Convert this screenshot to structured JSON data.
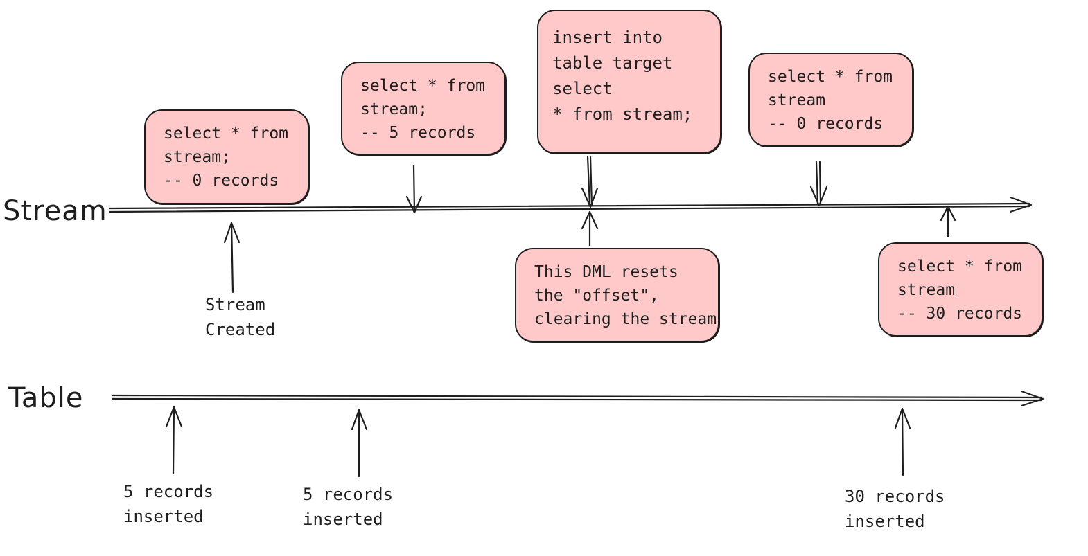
{
  "lanes": {
    "stream_label": "Stream",
    "table_label": "Table"
  },
  "stream_boxes": {
    "first_select": [
      "select * from",
      "stream;",
      "-- 0 records"
    ],
    "second_select": [
      "select * from",
      "stream;",
      "-- 5 records"
    ],
    "insert_dml": [
      "insert into",
      "table target",
      "select",
      "* from stream;"
    ],
    "third_select": [
      "select * from",
      "stream",
      "-- 0 records"
    ],
    "dml_note": [
      "This DML resets",
      "the \"offset\",",
      "clearing the stream"
    ],
    "fourth_select": [
      "select * from",
      "stream",
      "-- 30 records"
    ]
  },
  "notes": {
    "stream_created": [
      "Stream",
      "Created"
    ],
    "insert_1": [
      "5 records",
      "inserted"
    ],
    "insert_2": [
      "5 records",
      "inserted"
    ],
    "insert_3": [
      "30 records",
      "inserted"
    ]
  },
  "colors": {
    "box_fill": "#ffc9c9",
    "stroke": "#1e1e1e"
  }
}
